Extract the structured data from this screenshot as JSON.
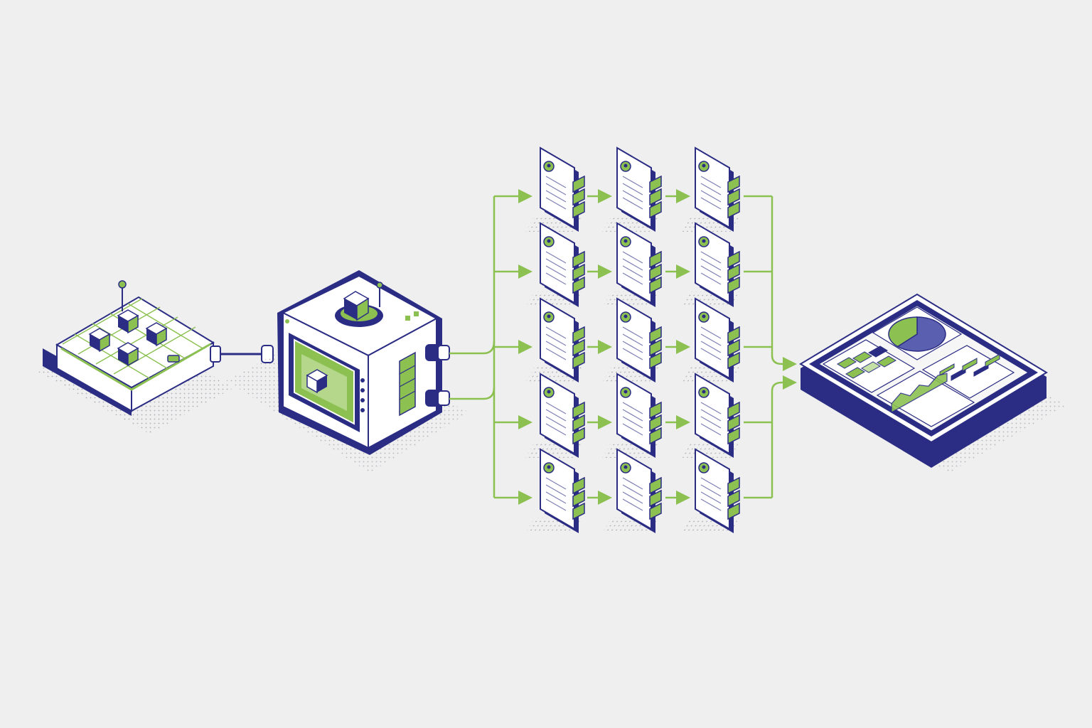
{
  "colors": {
    "background": "#efefef",
    "navy": "#2b2d84",
    "green": "#8cc152",
    "green_light": "#c5e0a5",
    "white": "#ffffff",
    "outline": "#2b2d84",
    "dots": "#9a9aa6"
  },
  "diagram": {
    "stages": [
      {
        "id": "source-platform",
        "icon": "isometric-board-with-cubes"
      },
      {
        "id": "processing-machine",
        "icon": "isometric-server-cube"
      },
      {
        "id": "document-grid",
        "icon": "document-stack-grid",
        "rows": 5,
        "columns": 3
      },
      {
        "id": "dashboard-tablet",
        "icon": "isometric-dashboard-tablet"
      }
    ],
    "dashboard": {
      "pie_slices": [
        0.62,
        0.38
      ],
      "bar_values": [
        0.45,
        0.7,
        0.85,
        0.55,
        0.8
      ],
      "area_values": [
        0.55,
        0.9,
        0.4,
        0.75,
        0.35,
        0.7,
        0.5
      ]
    }
  }
}
